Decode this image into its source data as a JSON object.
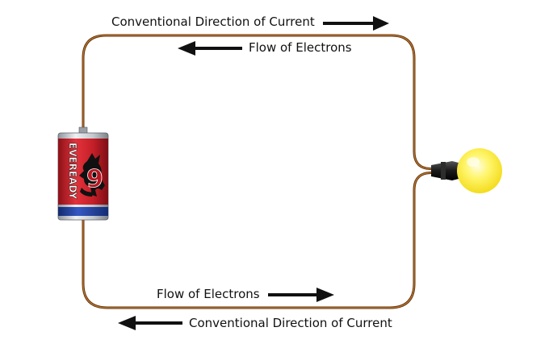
{
  "labels": {
    "top_current": "Conventional Direction of Current",
    "top_electrons": "Flow of Electrons",
    "bottom_electrons": "Flow of Electrons",
    "bottom_current": "Conventional Direction of Current"
  },
  "battery": {
    "brand": "EVEREADY"
  },
  "colors": {
    "wire": "#8a4a14",
    "battery_red": "#c8202a",
    "battery_silver": "#c9cdd2",
    "battery_blue": "#1f3fa0",
    "bulb": "#fff24a",
    "arrow": "#111111"
  }
}
